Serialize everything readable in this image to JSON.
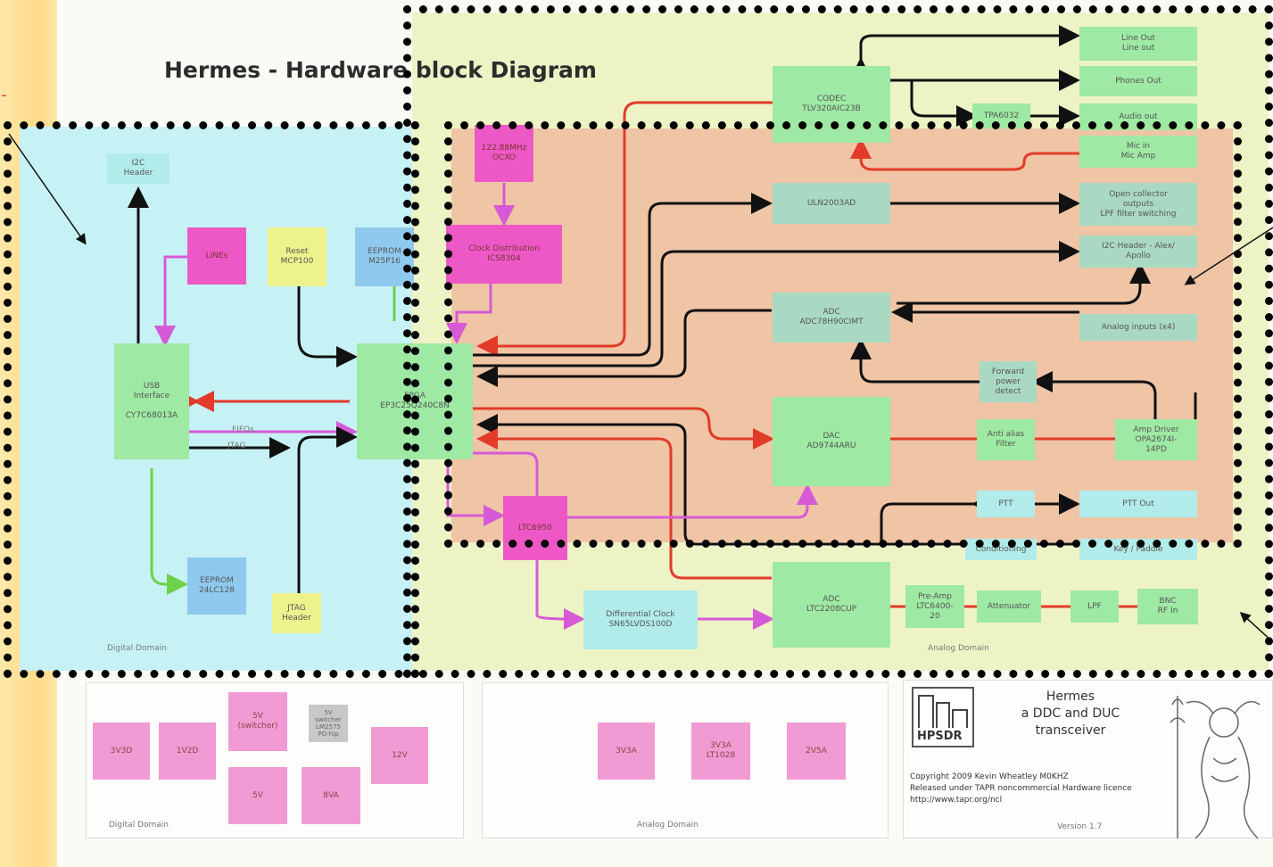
{
  "title": "Hermes - Hardware block Diagram",
  "domains": {
    "digital": "Digital Domain",
    "analog": "Analog Domain"
  },
  "blocks": {
    "i2c_header": "I2C\nHeader",
    "lines": "LINEs",
    "reset": "Reset\nMCP100",
    "eeprom_fpga": "EEPROM\nM25P16",
    "usb": "USB\nInterface\n\nCY7C68013A",
    "fpga": "FPGA\nEP3C25Q240C8N",
    "eeprom_usb": "EEPROM\n24LC128",
    "jtag_header": "JTAG\nHeader",
    "clock_osc": "122.88MHz\nOCXO",
    "clock_dist": "Clock Distribution\nICS8304",
    "pll": "LTC6950",
    "diff_clock": "Differential Clock\nSN65LVDS100D",
    "codec": "CODEC\nTLV320AIC23B",
    "tpa": "TPA6032",
    "line_out": "Line Out\nLine out",
    "phones_out": "Phones Out",
    "audio_out": "Audio out",
    "mic_in": "Mic in\nMic Amp",
    "open_collector": "Open collector\noutputs\nLPF filter switching",
    "i2c_header_alex": "I2C Header - Alex/\nApollo",
    "uln": "ULN2003AD",
    "adc_aux": "ADC\nADC78H90CIMT",
    "analog_inputs": "Analog inputs (x4)",
    "forward_power": "Forward\npower\ndetect",
    "dac": "DAC\nAD9744ARU",
    "anti_alias": "Anti alias\nFilter",
    "amp_driver": "Amp Driver\nOPA2674I-\n14PD",
    "ptt": "PTT",
    "ptt_out": "PTT Out",
    "conditioning": "Conditioning",
    "key_paddle": "Key / Paddle",
    "adc_main": "ADC\nLTC2208CUP",
    "preamp": "Pre-Amp\nLTC6400-\n20",
    "attenuator": "Attenuator",
    "lpf": "LPF",
    "bnc": "BNC\nRF In"
  },
  "wire_labels": {
    "fifo": "FIFOs",
    "jtag": "JTAG"
  },
  "power": {
    "digital": [
      "3V3D",
      "1V2D",
      "5V\n(switcher)",
      "5V",
      "8VA",
      "12V"
    ],
    "digital_note": "5V\nswitcher\nLM2575\nPO-hip",
    "analog": [
      "3V3A",
      "3V3A\nLT1028",
      "2V5A"
    ]
  },
  "footer": {
    "logo": "HPSDR",
    "heading_1": "Hermes",
    "heading_2": "a DDC and DUC",
    "heading_3": "transceiver",
    "copyright": "Copyright 2009 Kevin Wheatley M0KHZ",
    "license": "Released under TAPR noncommercial Hardware licence",
    "url": "http://www.tapr.org/ncl",
    "version": "Version 1.7"
  },
  "colors": {
    "digital_bg": "#c7f2f5",
    "analog_bg": "#eef3c6",
    "rf_bg": "#efc5a6",
    "red_wire": "#e23b2a",
    "magenta_wire": "#d65ad6",
    "green_wire": "#6fd14a"
  }
}
